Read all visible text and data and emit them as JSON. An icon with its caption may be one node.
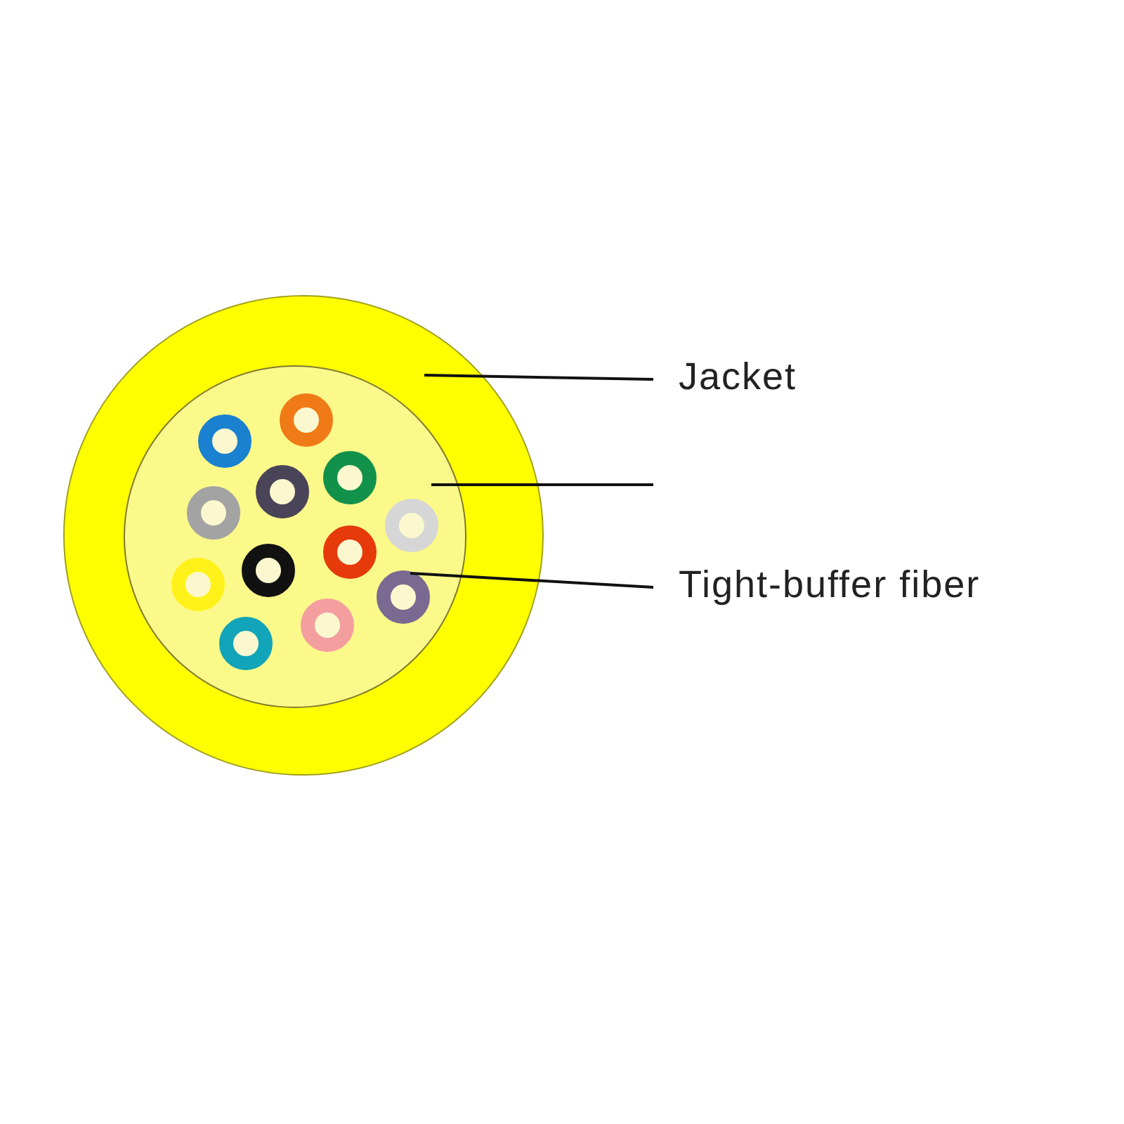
{
  "diagram": {
    "nodes": [
      {
        "text": [
          "Jacket"
        ]
      },
      {
        "text": [
          "Tight-buffer fiber"
        ]
      },
      {
        "text": [],
        "shape": "circle"
      },
      {
        "text": [],
        "shape": "circle",
        "in": 2
      },
      {
        "text": [],
        "shape": "circle",
        "in": 3
      },
      {
        "text": [],
        "shape": "circle",
        "in": 3
      },
      {
        "text": [],
        "shape": "circle",
        "in": 3
      },
      {
        "text": [],
        "shape": "circle",
        "in": 3
      },
      {
        "text": [],
        "shape": "circle",
        "in": 3
      },
      {
        "text": [],
        "shape": "circle",
        "in": 3
      },
      {
        "text": [],
        "shape": "circle",
        "in": 3
      },
      {
        "text": [],
        "shape": "circle",
        "in": 3
      },
      {
        "text": [],
        "shape": "circle",
        "in": 3
      },
      {
        "text": [],
        "shape": "circle",
        "in": 3
      },
      {
        "text": [],
        "shape": "circle",
        "in": 3
      },
      {
        "text": [],
        "shape": "circle",
        "in": 3
      }
    ],
    "edges": [
      {
        "from": 0,
        "to": 2,
        "arrow": "none"
      },
      {
        "from": null,
        "to": 3,
        "arrow": "none"
      },
      {
        "from": 1,
        "to": 13,
        "arrow": "none"
      }
    ]
  }
}
